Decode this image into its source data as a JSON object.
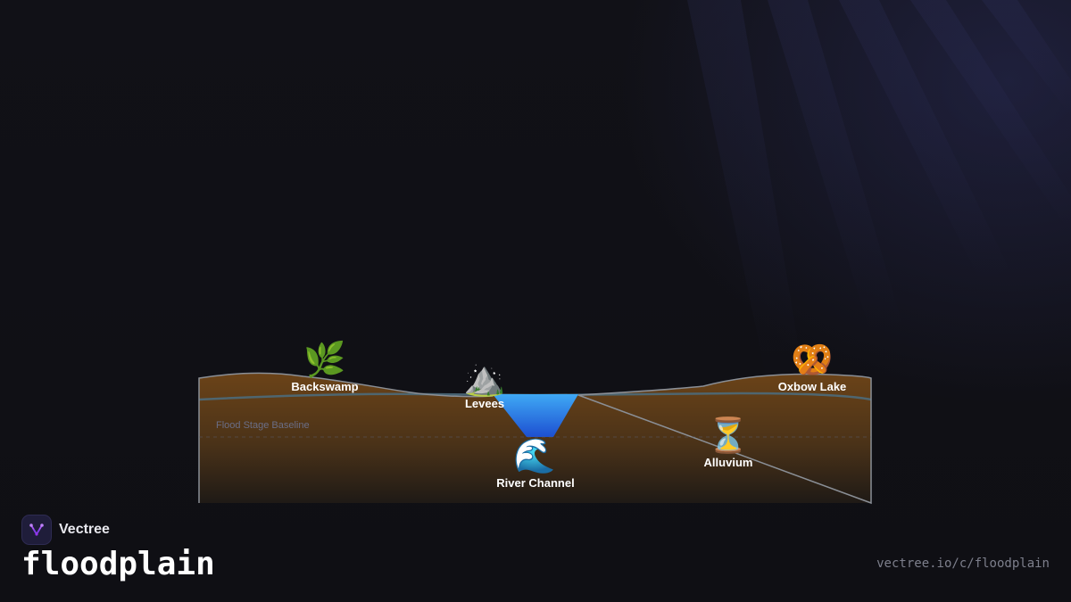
{
  "brand": {
    "name": "Vectree"
  },
  "page": {
    "title": "floodplain",
    "url": "vectree.io/c/floodplain"
  },
  "diagram": {
    "baseline_label": "Flood Stage Baseline",
    "features": [
      {
        "id": "backswamp",
        "label": "Backswamp",
        "icon": "herb-icon",
        "glyph": "🌿"
      },
      {
        "id": "levees",
        "label": "Levees",
        "icon": "mountain-icon",
        "glyph": "⛰️"
      },
      {
        "id": "oxbow",
        "label": "Oxbow Lake",
        "icon": "pretzel-icon",
        "glyph": "🥨"
      },
      {
        "id": "alluvium",
        "label": "Alluvium",
        "icon": "hourglass-icon",
        "glyph": "⏳"
      },
      {
        "id": "channel",
        "label": "River Channel",
        "icon": "wave-icon",
        "glyph": "🌊"
      }
    ]
  },
  "colors": {
    "background": "#0f0f14",
    "soil_top": "#6b4318",
    "soil_bottom": "#1f1a16",
    "water_top": "#3fa9f5",
    "water_bottom": "#1d4fd1",
    "ground_line": "#4c6a7a",
    "outline": "#8a8f96"
  }
}
